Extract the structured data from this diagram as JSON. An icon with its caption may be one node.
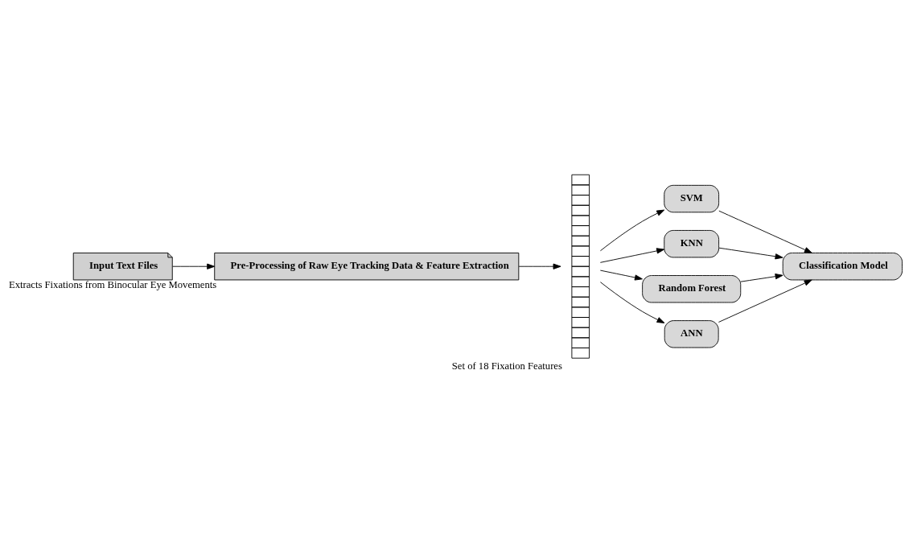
{
  "diagram": {
    "nodes": [
      {
        "text": [
          "Input Text Files"
        ]
      },
      {
        "text": [
          "Pre-Processing of Raw Eye Tracking Data & Feature Extraction"
        ],
        "beside": [
          "Extracts Fixations from Binocular Eye Movements"
        ]
      },
      {
        "text": [],
        "shape": "bar",
        "beside": [
          "Set of 18 Fixation Features"
        ]
      },
      {
        "text": [
          "SVM"
        ]
      },
      {
        "text": [
          "KNN"
        ]
      },
      {
        "text": [
          "Random Forest"
        ]
      },
      {
        "text": [
          "ANN"
        ]
      },
      {
        "text": [
          "Classification Model"
        ]
      }
    ],
    "edges": [
      {
        "from": 0,
        "to": 1,
        "arrow": "to"
      },
      {
        "from": 1,
        "to": 2,
        "arrow": "to"
      },
      {
        "from": 2,
        "to": 3,
        "arrow": "to"
      },
      {
        "from": 2,
        "to": 4,
        "arrow": "to"
      },
      {
        "from": 2,
        "to": 5,
        "arrow": "to"
      },
      {
        "from": 2,
        "to": 6,
        "arrow": "to"
      },
      {
        "from": 3,
        "to": 7,
        "arrow": "to"
      },
      {
        "from": 4,
        "to": 7,
        "arrow": "to"
      },
      {
        "from": 5,
        "to": 7,
        "arrow": "to"
      },
      {
        "from": 6,
        "to": 7,
        "arrow": "to"
      }
    ]
  }
}
